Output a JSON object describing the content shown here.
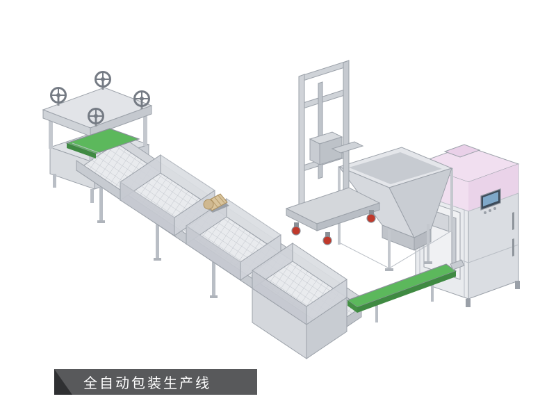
{
  "page": {
    "background_color": "#ffffff"
  },
  "caption": {
    "text": "全自动包装生产线",
    "banner_color": "#58595b",
    "fold_color": "#2f3032",
    "text_color": "#ffffff"
  },
  "illustration": {
    "type": "isometric-3d-render",
    "subject": "automatic packaging production line",
    "colors": {
      "machine_body": "#e9ebee",
      "machine_shade": "#c6cad0",
      "edge": "#9ba1a9",
      "belt_green": "#5cb85c",
      "belt_green_dark": "#3f8a42",
      "motor_tan": "#d9c49c",
      "panel_pink": "#f1dff0",
      "screen_blue": "#7fa8c9",
      "caster_red": "#c0392b"
    },
    "parts": [
      {
        "id": "forming-machine"
      },
      {
        "id": "mesh-conveyor"
      },
      {
        "id": "drive-motor"
      },
      {
        "id": "column-lifter"
      },
      {
        "id": "feed-hopper"
      },
      {
        "id": "incline-conveyor"
      },
      {
        "id": "packaging-machine"
      }
    ]
  }
}
